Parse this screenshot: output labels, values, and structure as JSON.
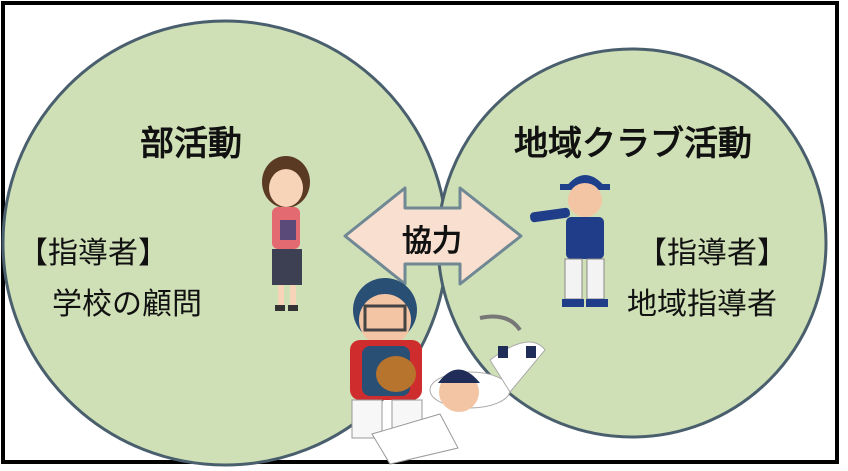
{
  "left_circle": {
    "title": "部活動",
    "role_label": "【指導者】",
    "role_value": "学校の顧問"
  },
  "right_circle": {
    "title": "地域クラブ活動",
    "role_label": "【指導者】",
    "role_value": "地域指導者"
  },
  "center_arrow": {
    "label": "協力"
  },
  "colors": {
    "circle_fill": "#cfe0b6",
    "circle_stroke": "#4a5f6d",
    "arrow_fill": "#f8dfd0",
    "arrow_stroke": "#6f8894"
  },
  "illustrations": [
    "teacher",
    "coach",
    "baseball-catcher",
    "baseball-sliding-runner"
  ]
}
